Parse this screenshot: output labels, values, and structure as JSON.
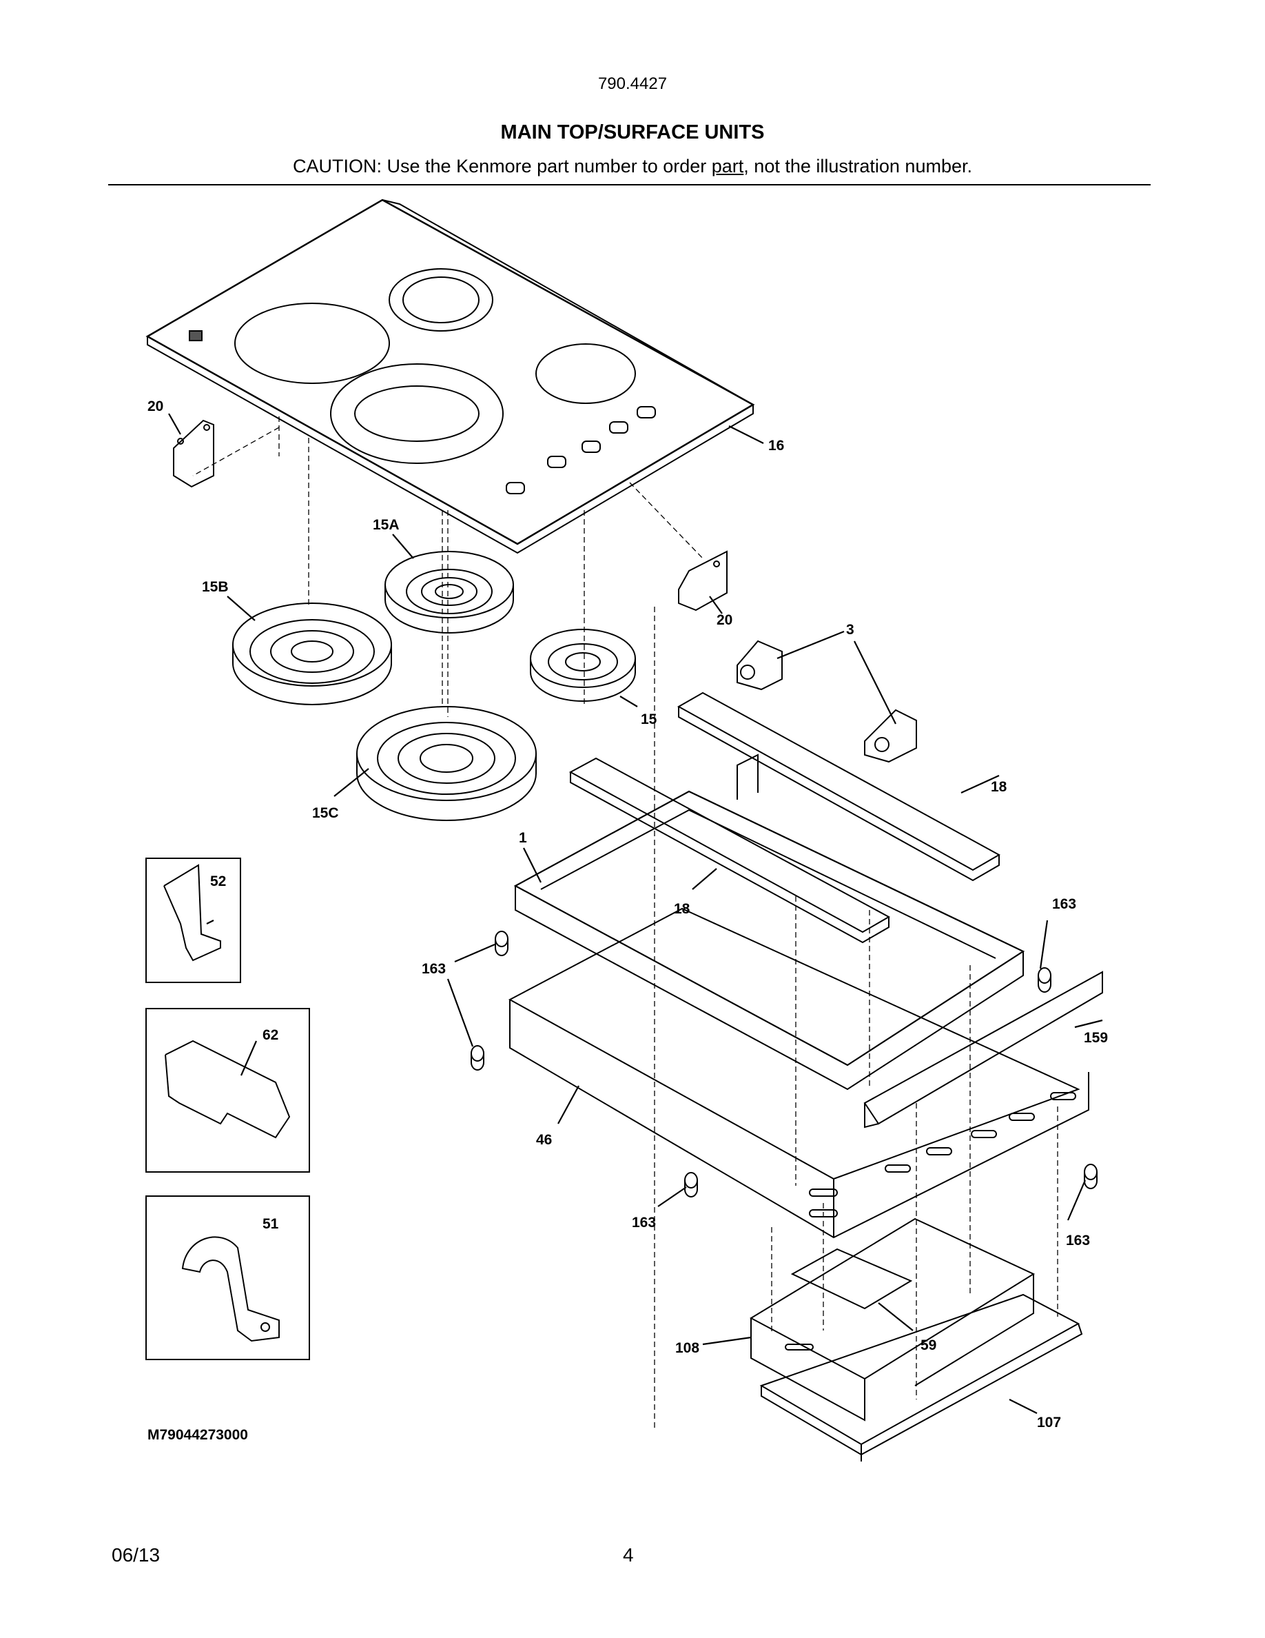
{
  "header": {
    "model_number": "790.4427",
    "title": "MAIN TOP/SURFACE UNITS",
    "caution_before": "CAUTION: Use the Kenmore part number to order ",
    "caution_underlined": "part",
    "caution_after": ", not the illustration number."
  },
  "callouts": {
    "c20a": "20",
    "c16": "16",
    "c15a": "15A",
    "c15b": "15B",
    "c20b": "20",
    "c3": "3",
    "c15": "15",
    "c15c": "15C",
    "c18a": "18",
    "c1": "1",
    "c18b": "18",
    "c52": "52",
    "c163a": "163",
    "c163b": "163",
    "c62": "62",
    "c159": "159",
    "c46": "46",
    "c51": "51",
    "c163c": "163",
    "c163d": "163",
    "c59": "59",
    "c108": "108",
    "c107": "107"
  },
  "drawing_number": "M79044273000",
  "footer": {
    "date": "06/13",
    "page": "4"
  }
}
